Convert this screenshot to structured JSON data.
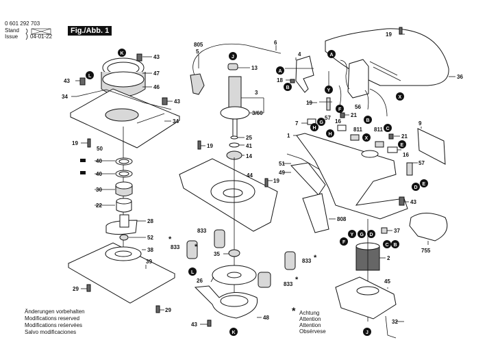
{
  "header": {
    "part_number": "0 601 292 703",
    "stand_label": "Stand",
    "issue_label": "Issue",
    "issue_date": "04-01-22",
    "figure_label": "Fig./Abb. 1"
  },
  "footer_notes": [
    "Änderungen vorbehalten",
    "Modifications reserved",
    "Modifications reśervées",
    "Salvo modificaciones"
  ],
  "attention_note": {
    "symbol": "*",
    "lines": [
      "Achtung",
      "Attention",
      "Attention",
      "Obsérvese"
    ]
  },
  "callouts": {
    "n805": "805",
    "n5": "5",
    "n6": "6",
    "n4": "4",
    "n13": "13",
    "n3": "3",
    "n3_60": "3/60",
    "n25": "25",
    "n41": "41",
    "n14": "14",
    "n18": "18",
    "n19": "19",
    "n43": "43",
    "n47": "47",
    "n46": "46",
    "n34": "34",
    "n50": "50",
    "n40": "40",
    "n30": "30",
    "n22": "22",
    "n28": "28",
    "n52": "52",
    "n38": "38",
    "n39": "39",
    "n29": "29",
    "n44": "44",
    "n833": "833",
    "n35": "35",
    "n26": "26",
    "n48": "48",
    "n36": "36",
    "n56": "56",
    "n57": "57",
    "n21": "21",
    "n7": "7",
    "n16": "16",
    "n811": "811",
    "n1": "1",
    "n9": "9",
    "n51": "51",
    "n49": "49",
    "n808": "808",
    "n37": "37",
    "n755": "755",
    "n2": "2",
    "n45": "45",
    "n32": "32"
  },
  "connectors": {
    "A": "A",
    "B": "B",
    "C": "C",
    "D": "D",
    "E": "E",
    "F": "F",
    "G": "G",
    "H": "H",
    "J": "J",
    "K": "K",
    "L": "L",
    "X": "X",
    "Y": "Y"
  },
  "star": "*"
}
